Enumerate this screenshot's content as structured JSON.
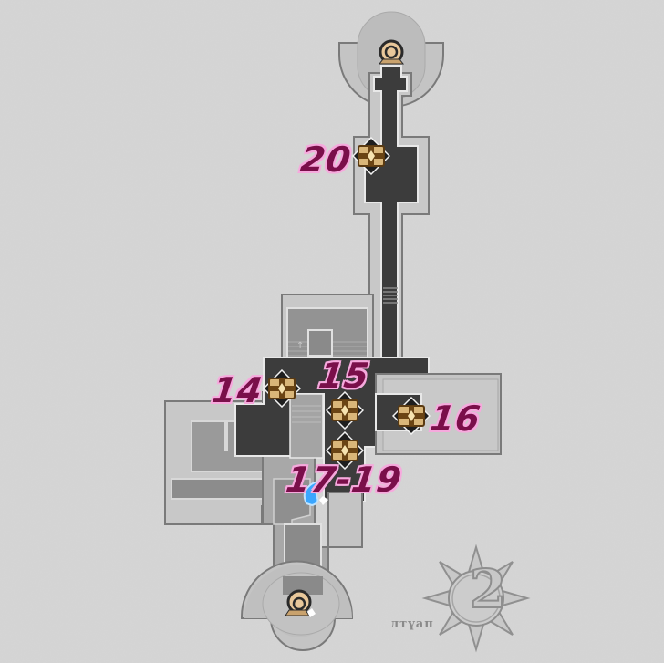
{
  "map": {
    "floor_number": "2",
    "floor_name": "лтүап",
    "colors": {
      "background": "#d6d6d6",
      "outer_wall": "#bdbdbd",
      "wall_outline": "#7a7a7a",
      "dark_floor": "#3c3c3c",
      "mid_floor": "#8c8c8c",
      "light_floor": "#a8a8a8",
      "label_text": "#7a0f4a",
      "label_glow": "#f6a9dd",
      "chest_gold": "#d9b679",
      "chest_brown": "#5a3a12",
      "player_marker": "#3aa6ff"
    },
    "treasure_labels": [
      {
        "id": "20",
        "text": "20"
      },
      {
        "id": "14",
        "text": "14"
      },
      {
        "id": "15",
        "text": "15"
      },
      {
        "id": "16",
        "text": "16"
      },
      {
        "id": "17-19",
        "text": "17-19"
      }
    ],
    "chests": [
      {
        "id": "chest-20"
      },
      {
        "id": "chest-14"
      },
      {
        "id": "chest-15"
      },
      {
        "id": "chest-16"
      },
      {
        "id": "chest-17-19"
      }
    ],
    "icons": {
      "north_exit": "warp-portal-icon",
      "south_exit": "warp-portal-icon",
      "player": "player-position-icon",
      "compass": "compass-star-icon"
    }
  }
}
